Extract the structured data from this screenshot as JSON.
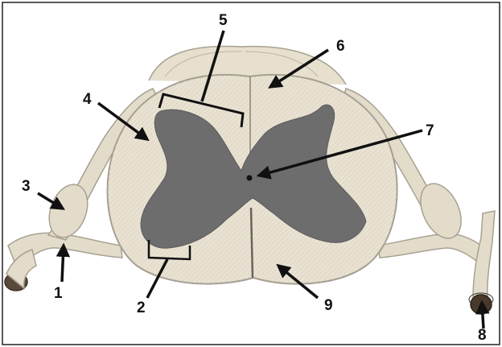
{
  "labels": {
    "n1": "1",
    "n2": "2",
    "n3": "3",
    "n4": "4",
    "n5": "5",
    "n6": "6",
    "n7": "7",
    "n8": "8",
    "n9": "9"
  },
  "colors": {
    "frame": "#222222",
    "white_matter": "#e9e2d2",
    "white_matter_stroke": "#a49e92",
    "grey_matter": "#6d6d6d",
    "nerve": "#e3dccb",
    "nerve_stroke": "#a8a192",
    "arrow": "#111111",
    "central_canal": "#111111"
  }
}
